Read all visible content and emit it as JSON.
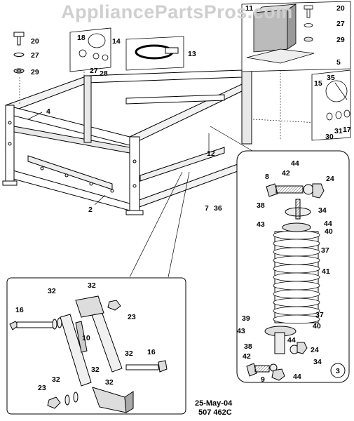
{
  "watermark": "AppliancePartsPros.com",
  "footer": {
    "date": "25-May-04",
    "code": "507 462C"
  },
  "callouts": {
    "c2": "2",
    "c3": "3",
    "c4": "4",
    "c5": "5",
    "c7": "7",
    "c8": "8",
    "c9": "9",
    "c10": "10",
    "c11": "11",
    "c12": "12",
    "c13": "13",
    "c14": "14",
    "c15": "15",
    "c16a": "16",
    "c16b": "16",
    "c17": "17",
    "c18": "18",
    "c20a": "20",
    "c20b": "20",
    "c23a": "23",
    "c23b": "23",
    "c24a": "24",
    "c24b": "24",
    "c27a": "27",
    "c27b": "27",
    "c27c": "27",
    "c28": "28",
    "c29a": "29",
    "c29b": "29",
    "c30": "30",
    "c31": "31",
    "c32a": "32",
    "c32b": "32",
    "c32c": "32",
    "c32d": "32",
    "c32e": "32",
    "c32f": "32",
    "c34a": "34",
    "c34b": "34",
    "c35": "35",
    "c36": "36",
    "c37a": "37",
    "c37b": "37",
    "c38a": "38",
    "c38b": "38",
    "c39": "39",
    "c40a": "40",
    "c40b": "40",
    "c41": "41",
    "c42a": "42",
    "c42b": "42",
    "c43a": "43",
    "c43b": "43",
    "c44a": "44",
    "c44b": "44",
    "c44c": "44",
    "c44d": "44"
  }
}
